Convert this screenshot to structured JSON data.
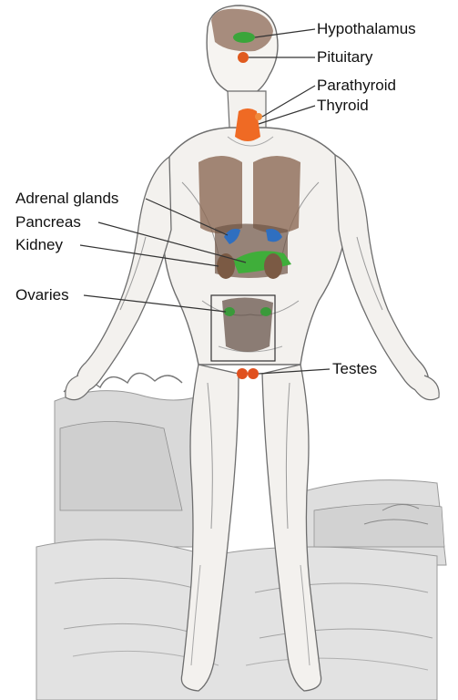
{
  "labels": {
    "hypothalamus": "Hypothalamus",
    "pituitary": "Pituitary",
    "parathyroid": "Parathyroid",
    "thyroid": "Thyroid",
    "adrenal_glands": "Adrenal glands",
    "pancreas": "Pancreas",
    "kidney": "Kidney",
    "ovaries": "Ovaries",
    "testes": "Testes"
  },
  "colors": {
    "hypothalamus": "#3aa53a",
    "pituitary": "#e05a1e",
    "thyroid": "#ef6a24",
    "parathyroid": "#f08a3c",
    "adrenal": "#2f6fc0",
    "pancreas": "#3fae3a",
    "kidney": "#7b5a44",
    "ovaries": "#3a9a3a",
    "testes": "#e0501e",
    "organ_tissue": "#8c6a55",
    "skin_line": "#6e6e6e",
    "leader_line": "#333333"
  }
}
